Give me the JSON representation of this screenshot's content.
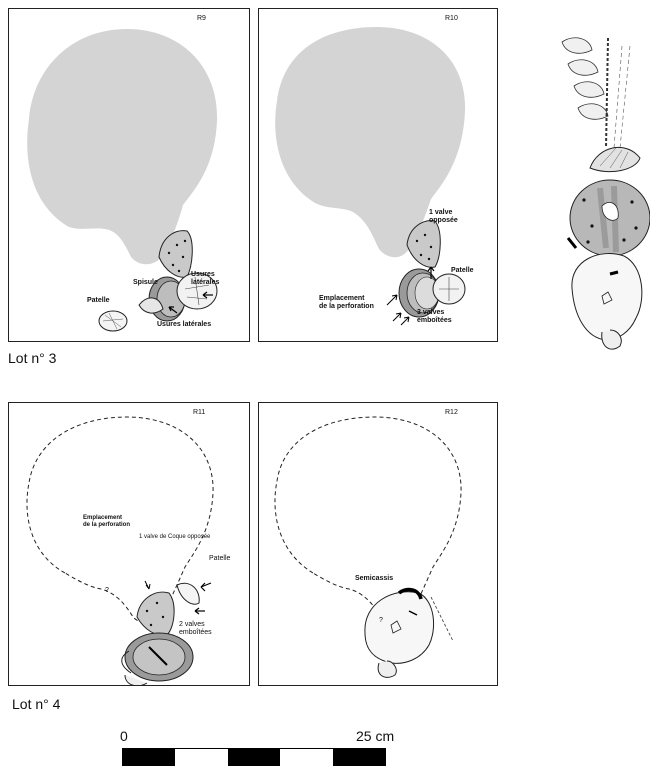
{
  "panels": {
    "r9": {
      "id": "R9",
      "labels": {
        "usures_laterales_1": "Usures\nlatérales",
        "spisule": "Spisule",
        "patelle": "Patelle",
        "usures_laterales_2": "Usures latérales"
      }
    },
    "r10": {
      "id": "R10",
      "labels": {
        "valve_opposee": "1 valve\nopposée",
        "patelle": "Patelle",
        "emplacement": "Emplacement\nde la perforation",
        "valves_emboitees": "3 valves\nemboîtées"
      }
    },
    "r11": {
      "id": "R11",
      "labels": {
        "emplacement": "Emplacement\nde la perforation",
        "valve_coque": "1 valve de Coque opposée",
        "patelle": "Patelle",
        "question": "?",
        "valves_emboitees": "2 valves\nemboîtées"
      }
    },
    "r12": {
      "id": "R12",
      "labels": {
        "semicassis": "Semicassis",
        "question": "?"
      }
    }
  },
  "lots": {
    "lot3": "Lot n° 3",
    "lot4": "Lot n° 4"
  },
  "scale": {
    "start": "0",
    "end": "25 cm",
    "segments": [
      "black",
      "white",
      "black",
      "white",
      "black"
    ]
  }
}
